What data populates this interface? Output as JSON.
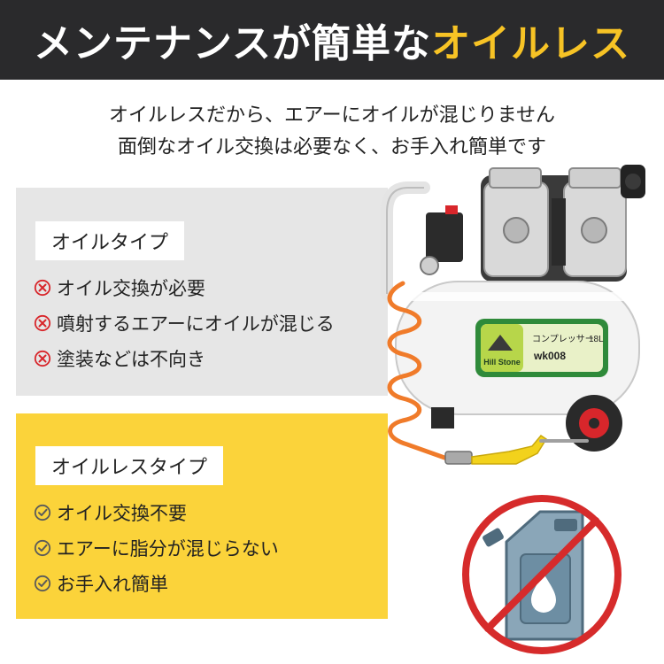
{
  "header": {
    "title_main": "メンテナンスが簡単な",
    "title_accent": "オイルレス"
  },
  "intro": {
    "line1": "オイルレスだから、エアーにオイルが混じりません",
    "line2": "面倒なオイル交換は必要なく、お手入れ簡単です"
  },
  "oil_type": {
    "label": "オイルタイプ",
    "items": [
      "オイル交換が必要",
      "噴射するエアーにオイルが混じる",
      "塗装などは不向き"
    ]
  },
  "oilless_type": {
    "label": "オイルレスタイプ",
    "items": [
      "オイル交換不要",
      "エアーに脂分が混じらない",
      "お手入れ簡単"
    ]
  },
  "product": {
    "brand": "Hill Stone",
    "name": "コンプレッサー",
    "capacity": "18L",
    "model": "wk008"
  },
  "colors": {
    "header_bg": "#2a2a2c",
    "accent": "#f7c325",
    "gray_panel": "#e6e6e6",
    "yellow_panel": "#fbd33a",
    "cross": "#d8262b",
    "check": "#5a5a5a",
    "prohibit": "#d62b2b",
    "hose": "#f07b2a"
  }
}
